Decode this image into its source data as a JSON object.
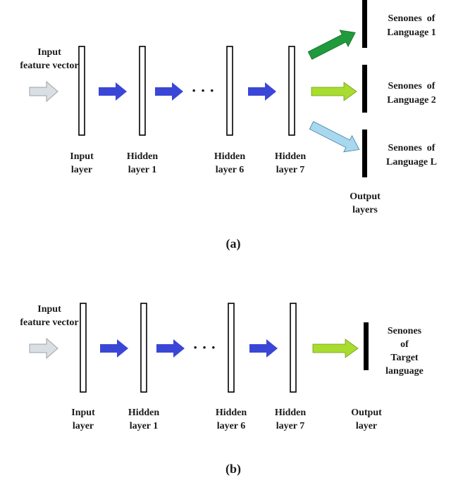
{
  "colors": {
    "input_arrow": "#d9dfe3",
    "hidden_arrow": "#3a47d6",
    "lang1_arrow": "#1f9a3c",
    "lang2_arrow": "#a8dc2e",
    "langL_arrow": "#a8d8ee",
    "target_arrow": "#a8dc2e",
    "bar": "#000000"
  },
  "panel_a": {
    "input_feature": [
      "Input",
      "feature vector"
    ],
    "dots": "· · ·",
    "layers": [
      [
        "Input",
        "layer"
      ],
      [
        "Hidden",
        "layer 1"
      ],
      [
        "Hidden",
        "layer 6"
      ],
      [
        "Hidden",
        "layer 7"
      ]
    ],
    "outputs": [
      [
        "Senones  of",
        "Language 1"
      ],
      [
        "Senones  of",
        "Language 2"
      ],
      [
        "Senones  of",
        "Language L"
      ]
    ],
    "output_label": [
      "Output",
      "layers"
    ],
    "caption": "(a)"
  },
  "panel_b": {
    "input_feature": [
      "Input",
      "feature vector"
    ],
    "dots": "· · ·",
    "layers": [
      [
        "Input",
        "layer"
      ],
      [
        "Hidden",
        "layer 1"
      ],
      [
        "Hidden",
        "layer 6"
      ],
      [
        "Hidden",
        "layer 7"
      ]
    ],
    "output": [
      "Senones",
      "of",
      "Target",
      "language"
    ],
    "output_label": [
      "Output",
      "layer"
    ],
    "caption": "(b)"
  }
}
